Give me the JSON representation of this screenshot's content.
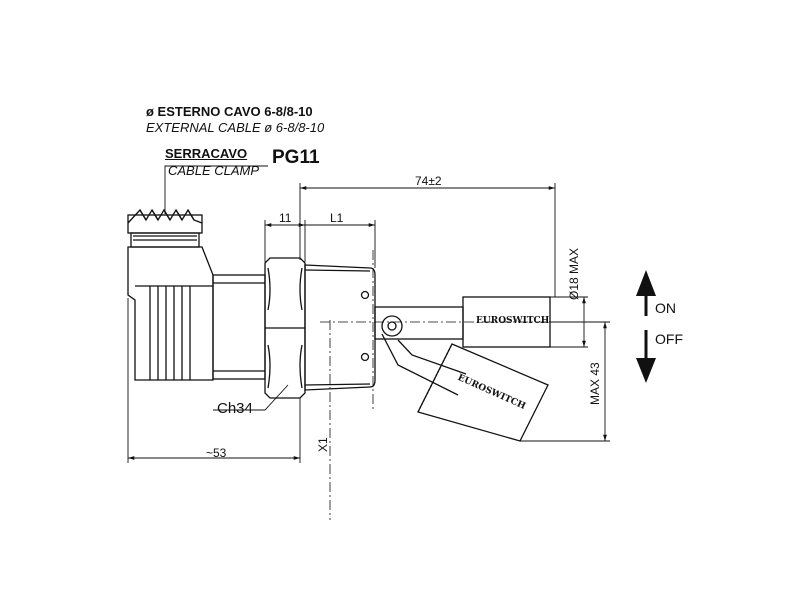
{
  "labels": {
    "cable_it": "ø ESTERNO CAVO  6-8/8-10",
    "cable_en": "EXTERNAL CABLE ø 6-8/8-10",
    "clamp_it": "SERRACAVO",
    "clamp_en": "CABLE CLAMP",
    "thread": "PG11",
    "hex": "Ch34",
    "on": "ON",
    "off": "OFF",
    "brand": "EUROSWITCH"
  },
  "dimensions": {
    "total_length": "74±2",
    "dim_11": "11",
    "dim_l1": "L1",
    "float_dia": "Ø18 MAX",
    "max_43": "MAX 43",
    "approx_53": "~53",
    "x1": "X1"
  },
  "colors": {
    "line": "#111111",
    "background": "#ffffff"
  },
  "icons": {
    "up": "arrow-up-icon",
    "down": "arrow-down-icon"
  }
}
